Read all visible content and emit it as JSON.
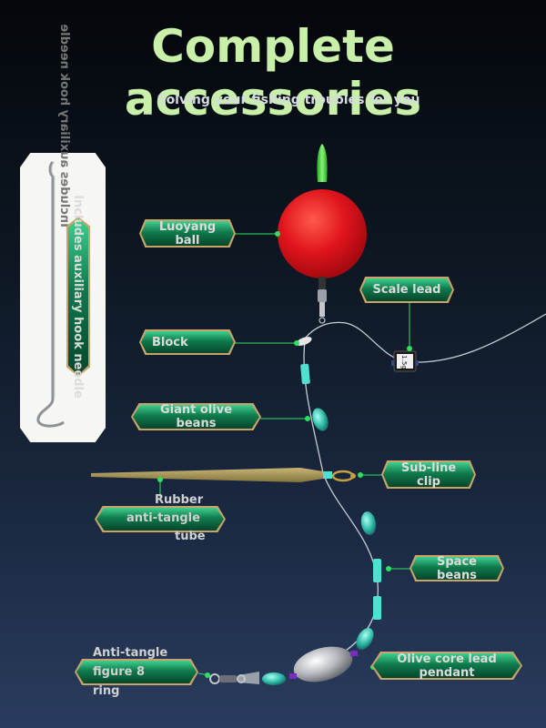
{
  "header": {
    "title": "Complete accessories",
    "subtitle": "Solving your fishing troubles for you"
  },
  "needle_card": {
    "label": "Includes auxiliary hook needle"
  },
  "labels": {
    "luoyang_ball": "Luoyang ball",
    "scale_lead": "Scale lead",
    "block": "Block",
    "giant_olive_beans": "Giant olive beans",
    "sub_line_clip": "Sub-line clip",
    "rubber_tube_line1": "Rubber",
    "rubber_tube_line2": "anti-tangle",
    "rubber_tube_line3": "tube",
    "space_beans": "Space beans",
    "anti_tangle_line1": "Anti-tangle",
    "anti_tangle_line2": "figure 8",
    "anti_tangle_line3": "ring",
    "olive_core_lead": "Olive core lead pendant"
  },
  "scale_lead_marking": "1.5g",
  "colors": {
    "title": "#c8f0a8",
    "tag_green": "#0f7a4c",
    "tag_border": "#c9a46a",
    "float_red": "#e0141c",
    "float_tip": "#3ddc2c",
    "bead": "#4fe0d0",
    "pointer_dot": "#3ddc2c"
  }
}
